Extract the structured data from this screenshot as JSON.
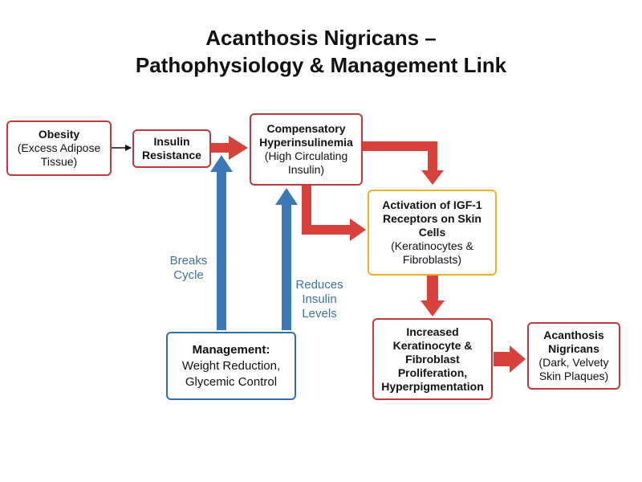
{
  "title": {
    "line1": "Acanthosis Nigricans –",
    "line2": "Pathophysiology & Management Link"
  },
  "nodes": {
    "obesity": {
      "line1": "Obesity",
      "line2": "(Excess Adipose",
      "line3": "Tissue)"
    },
    "insulin_resistance": {
      "line1": "Insulin",
      "line2": "Resistance"
    },
    "hyperinsulinemia": {
      "line1": "Compensatory",
      "line2": "Hyperinsulinemia",
      "line3": "(High Circulating",
      "line4": "Insulin)"
    },
    "igf1": {
      "line1": "Activation of IGF-1",
      "line2": "Receptors on Skin",
      "line3": "Cells",
      "line4": "(Keratinocytes &",
      "line5": "Fibroblasts)"
    },
    "proliferation": {
      "line1": "Increased",
      "line2": "Keratinocyte &",
      "line3": "Fibroblast",
      "line4": "Proliferation,",
      "line5": "Hyperpigmentation"
    },
    "acanthosis": {
      "line1": "Acanthosis",
      "line2": "Nigricans",
      "line3": "(Dark, Velvety",
      "line4": "Skin Plaques)"
    },
    "management": {
      "line1": "Management:",
      "line2": "Weight Reduction,",
      "line3": "Glycemic Control"
    }
  },
  "edge_labels": {
    "breaks_cycle": {
      "line1": "Breaks",
      "line2": "Cycle"
    },
    "reduces_insulin": {
      "line1": "Reduces",
      "line2": "Insulin",
      "line3": "Levels"
    }
  },
  "colors": {
    "causal_arrow": "#d9413d",
    "node_red_border": "#c0393b",
    "node_yellow_border": "#eeb12b",
    "management_blue": "#3a78b6",
    "label_blue": "#3f72a3"
  }
}
